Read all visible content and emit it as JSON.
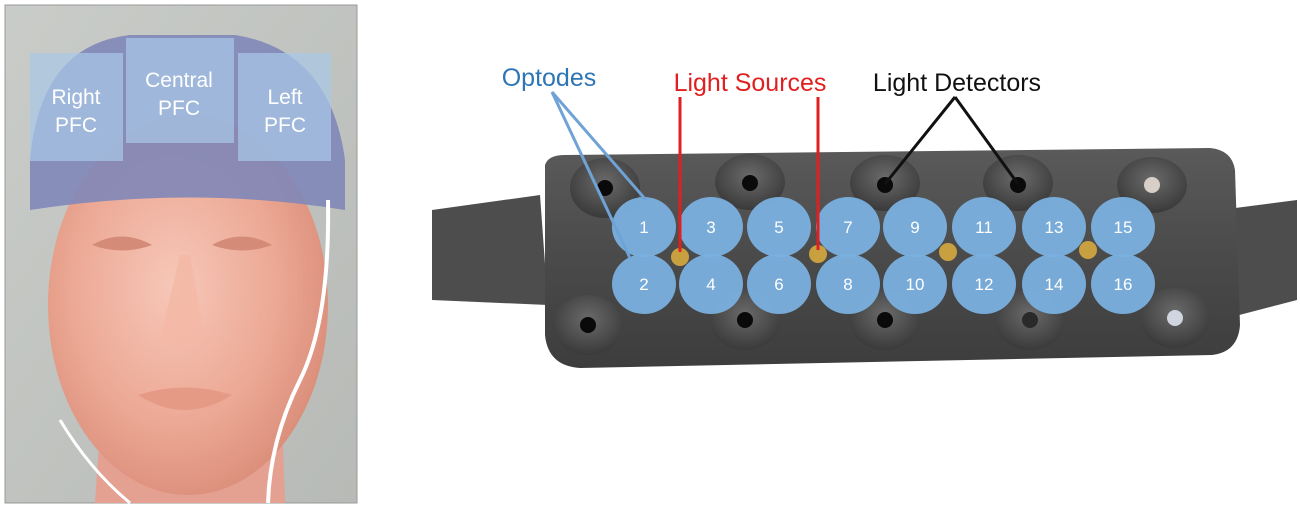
{
  "colors": {
    "optode_fill": "#7ab0df",
    "optode_label": "#ffffff",
    "optodes_callout": "#2e75b6",
    "light_sources_callout": "#e02020",
    "light_detectors_callout": "#111111",
    "region_fill": "#a9c8e6",
    "probe_body": "#4a4a4a",
    "background": "#ffffff"
  },
  "head_panel": {
    "regions": [
      {
        "line1": "Right",
        "line2": "PFC"
      },
      {
        "line1": "Central",
        "line2": "PFC"
      },
      {
        "line1": "Left",
        "line2": "PFC"
      }
    ]
  },
  "probe_panel": {
    "callouts": {
      "optodes": "Optodes",
      "light_sources": "Light Sources",
      "light_detectors": "Light Detectors"
    },
    "optodes_top_row": [
      "1",
      "3",
      "5",
      "7",
      "9",
      "11",
      "13",
      "15"
    ],
    "optodes_bottom_row": [
      "2",
      "4",
      "6",
      "8",
      "10",
      "12",
      "14",
      "16"
    ]
  }
}
